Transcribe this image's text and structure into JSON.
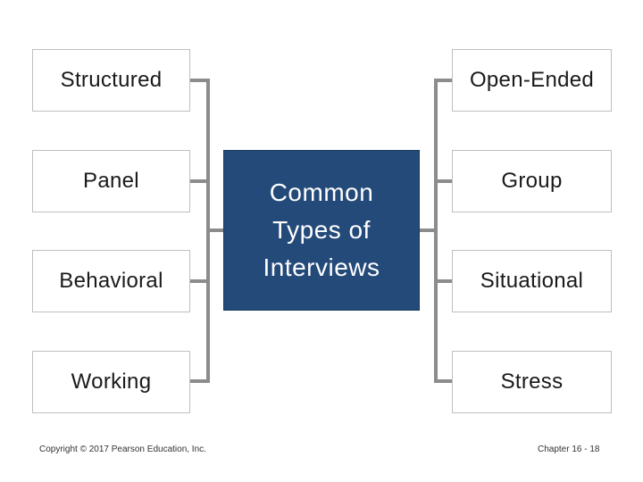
{
  "center_label": "Common Types of Interviews",
  "left_items": [
    "Structured",
    "Panel",
    "Behavioral",
    "Working"
  ],
  "right_items": [
    "Open-Ended",
    "Group",
    "Situational",
    "Stress"
  ],
  "footer": {
    "copyright": "Copyright © 2017 Pearson Education, Inc.",
    "slide": "Chapter 16 - 18"
  }
}
